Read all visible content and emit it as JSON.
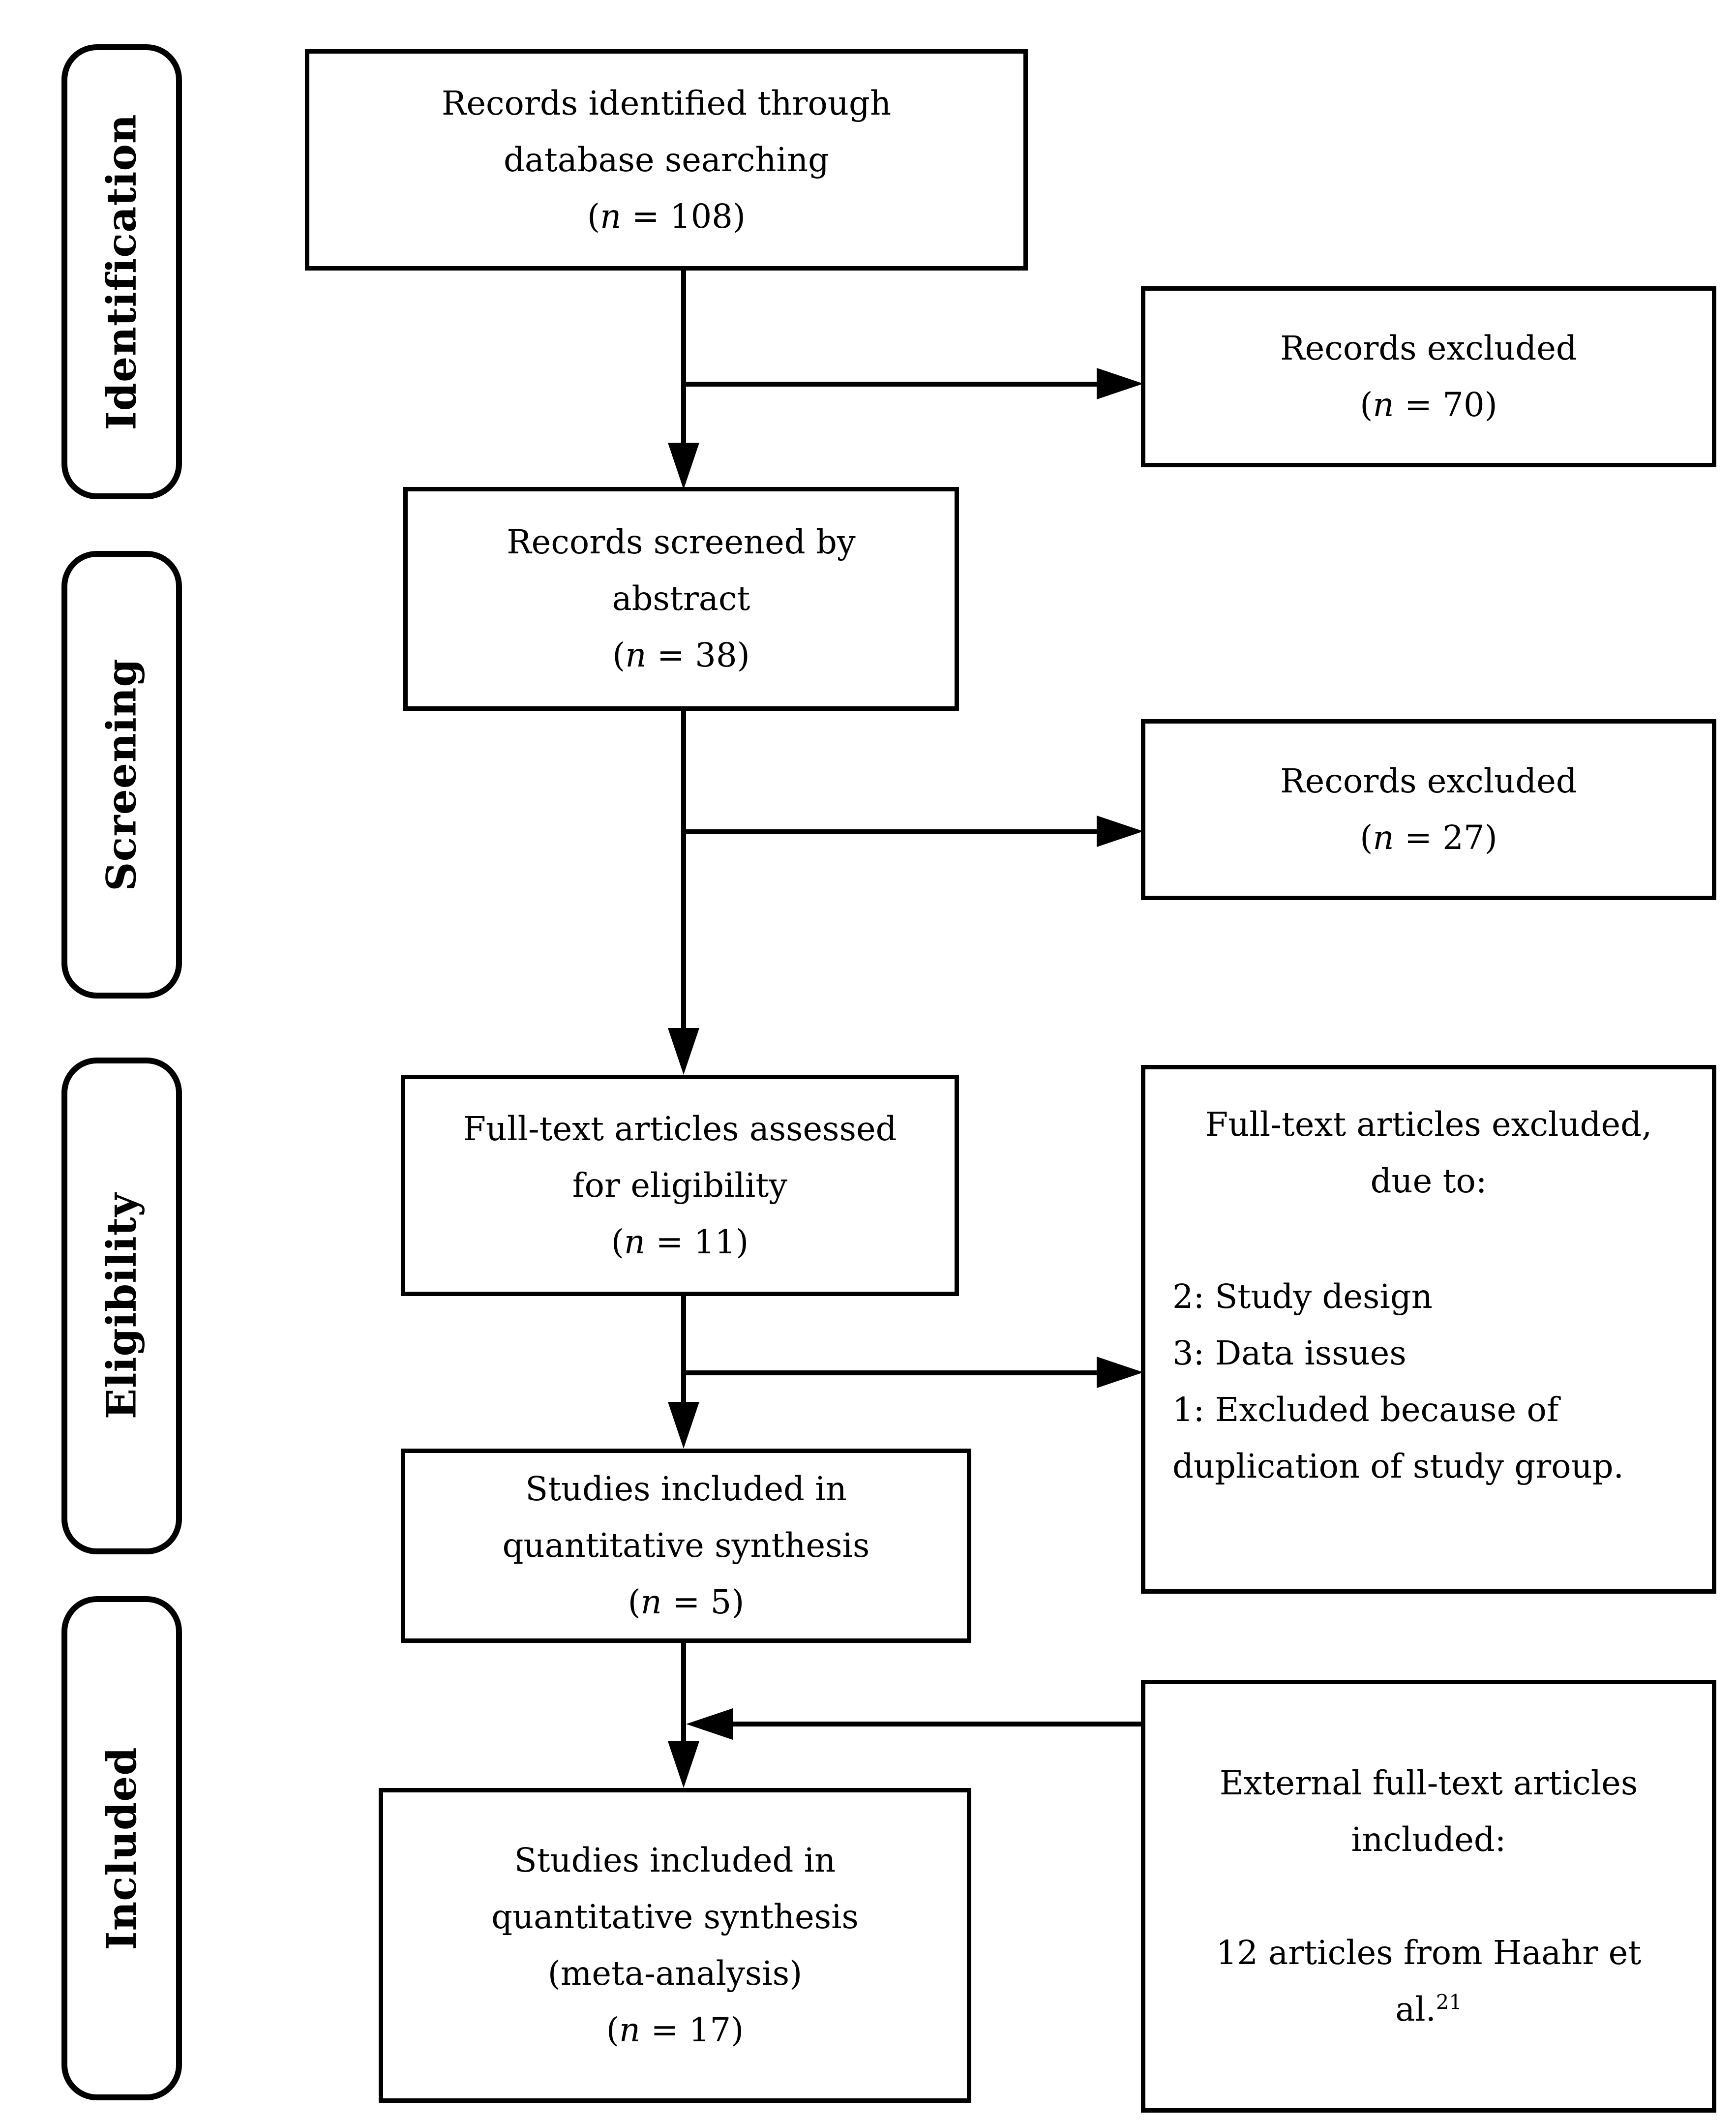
{
  "colors": {
    "ink": "#000000",
    "paper": "#ffffff"
  },
  "stages": [
    {
      "id": "identification",
      "label": "Identification"
    },
    {
      "id": "screening",
      "label": "Screening"
    },
    {
      "id": "eligibility",
      "label": "Eligibility"
    },
    {
      "id": "included",
      "label": "Included"
    }
  ],
  "flow_boxes": [
    {
      "id": "records-identified",
      "lines": [
        "Records identified through",
        "database searching",
        "(*n* = 108)"
      ]
    },
    {
      "id": "records-screened",
      "lines": [
        "Records screened by",
        "abstract",
        "(*n* = 38)"
      ]
    },
    {
      "id": "fulltext-assessed",
      "lines": [
        "Full-text articles assessed",
        "for eligibility",
        "(*n* = 11)"
      ]
    },
    {
      "id": "included-quantitative",
      "lines": [
        "Studies included in",
        "quantitative synthesis",
        "(*n* = 5)"
      ]
    },
    {
      "id": "included-meta-analysis",
      "lines": [
        "Studies included in",
        "quantitative synthesis",
        "(meta-analysis)",
        "(*n* = 17)"
      ]
    }
  ],
  "side_boxes": [
    {
      "id": "records-excluded-1",
      "lines": [
        "Records excluded",
        "(*n* = 70)"
      ]
    },
    {
      "id": "records-excluded-2",
      "lines": [
        "Records excluded",
        "(*n* = 27)"
      ]
    },
    {
      "id": "fulltext-excluded",
      "heading_lines": [
        "Full-text articles excluded,",
        "due to:"
      ],
      "reasons": [
        "2: Study design",
        "3: Data issues",
        "1: Excluded because of duplication of study group."
      ]
    },
    {
      "id": "external-articles",
      "lines": [
        "External full-text articles",
        "included:",
        "",
        "12 articles from Haahr et",
        "al.^21^"
      ]
    }
  ]
}
